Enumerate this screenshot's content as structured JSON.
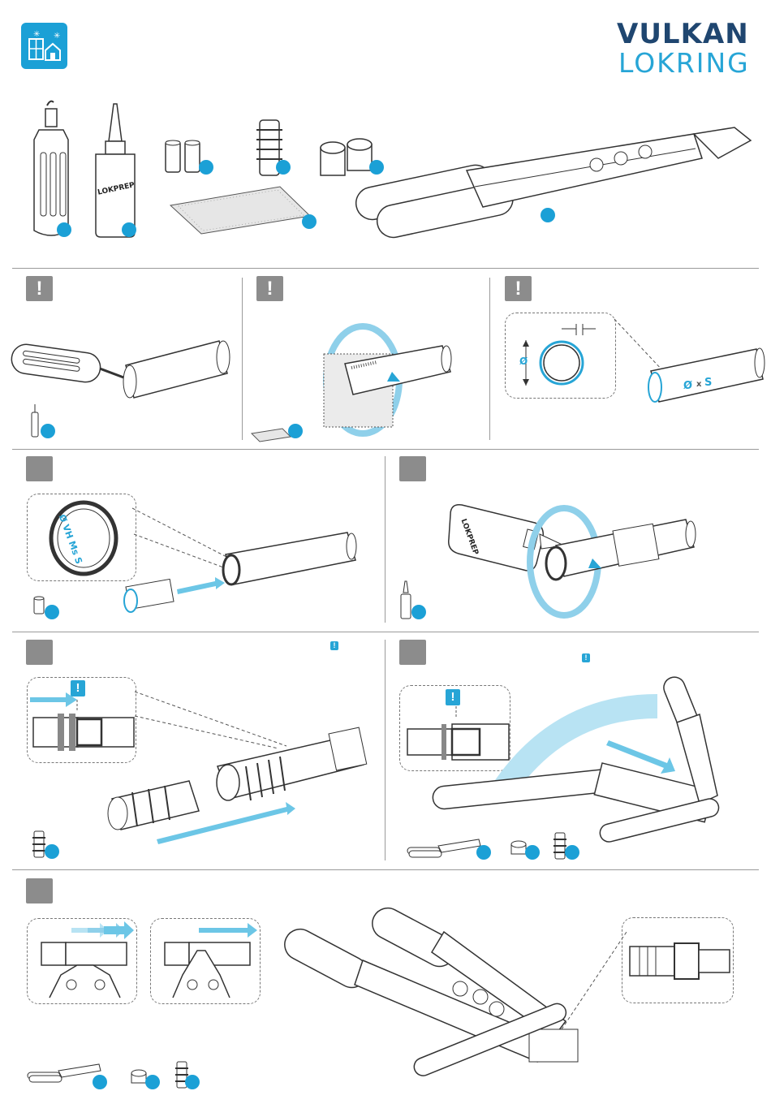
{
  "header": {
    "app_icon": "building-home-icon",
    "brand_line1": "VULKAN",
    "brand_line2": "LOKRING",
    "brand_color": "#1f4670",
    "accent_color": "#27a5d6"
  },
  "tools": {
    "prep_bottle_label": "LOKPREP"
  },
  "warnings": {
    "symbol": "!"
  },
  "panel_w3": {
    "diameter_symbol": "Ø",
    "wall_symbol": "S",
    "times": "x"
  },
  "panel_s1": {
    "marking_text": "Ø VH Ms S"
  },
  "panel_s2": {
    "bottle_label": "LOKPREP"
  }
}
